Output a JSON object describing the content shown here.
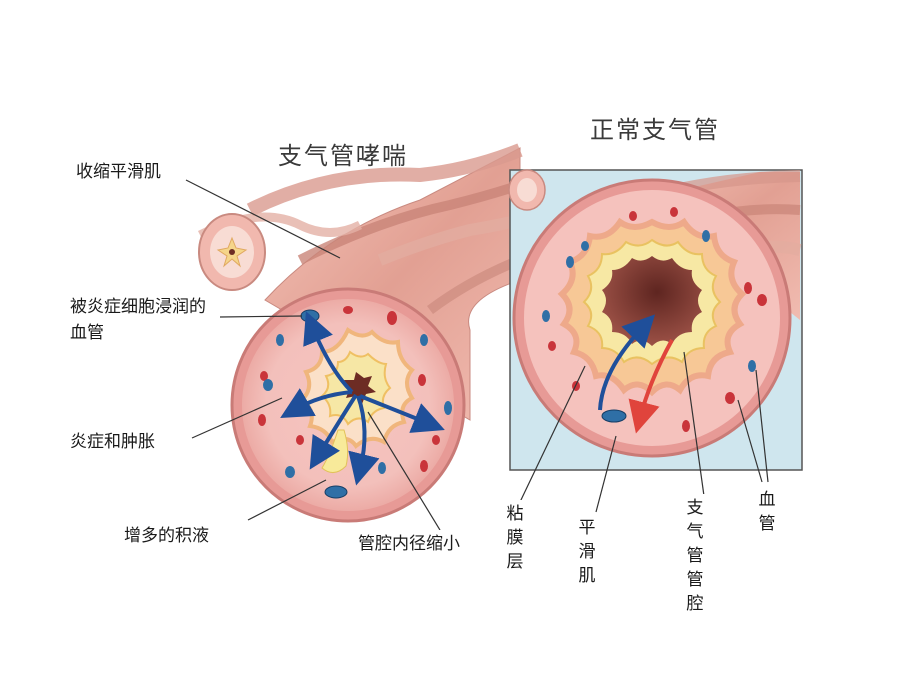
{
  "left": {
    "title": "支气管哮喘",
    "labels": {
      "smooth_muscle_contract": "收缩平滑肌",
      "inflamed_vessels": "被炎症细胞浸润的血管",
      "inflammation_swelling": "炎症和肿胀",
      "increased_fluid": "增多的积液",
      "lumen_narrowed": "管腔内径缩小"
    }
  },
  "right": {
    "title": "正常支气管",
    "labels": {
      "mucosa": "粘膜层",
      "smooth_muscle": "平滑肌",
      "lumen": "支气管管腔",
      "vessels": "血管"
    }
  },
  "colors": {
    "tissue": "#f2b6b0",
    "tissue_dark": "#d98c86",
    "mucosa": "#f7dc8f",
    "lumen": "#7a3a33",
    "blue_vessel": "#2f6fa6",
    "red_vessel": "#c9343a",
    "arrow_blue": "#1f4f9a",
    "arrow_red": "#e0443c",
    "panel_bg": "#cfe6ee"
  }
}
